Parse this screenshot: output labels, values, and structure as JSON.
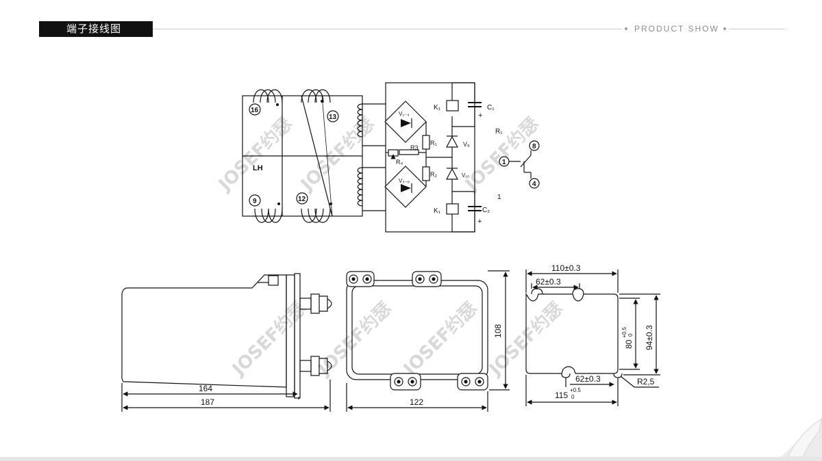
{
  "header": {
    "title": "端子接线图",
    "tagline": "PRODUCT SHOW"
  },
  "watermark": "JOSEF约瑟",
  "schematic": {
    "terminals": {
      "t16": "16",
      "t13": "13",
      "t9": "9",
      "t12": "12",
      "t1": "1",
      "t8": "8",
      "t4": "4"
    },
    "lh": "LH",
    "k1_top": "K₁",
    "c1": "C₁",
    "r1_contact": "R₁",
    "v14": "V₁₋₄",
    "r1": "R₁",
    "v9": "V₉",
    "r3": "R3",
    "r4": "R₄",
    "r2": "R₂",
    "v10": "V₁₀",
    "v58": "V₅₋₈",
    "k1_bottom": "K₁",
    "c2": "C₂",
    "label_1": "1",
    "plus_top": "+",
    "plus_bottom": "+"
  },
  "dimensions": {
    "side": {
      "d164": "164",
      "d187": "187"
    },
    "front": {
      "d122": "122",
      "d108": "108"
    },
    "mount": {
      "d110": "110±0.3",
      "d62_top": "62±0.3",
      "d80": "80",
      "d80_tol_upper": "+0.5",
      "d80_tol_lower": "0",
      "d94": "94±0.3",
      "d62_bottom": "62±0.3",
      "d115": "115",
      "d115_tol_upper": "+0.5",
      "d115_tol_lower": "0",
      "r25": "R2,5"
    }
  }
}
